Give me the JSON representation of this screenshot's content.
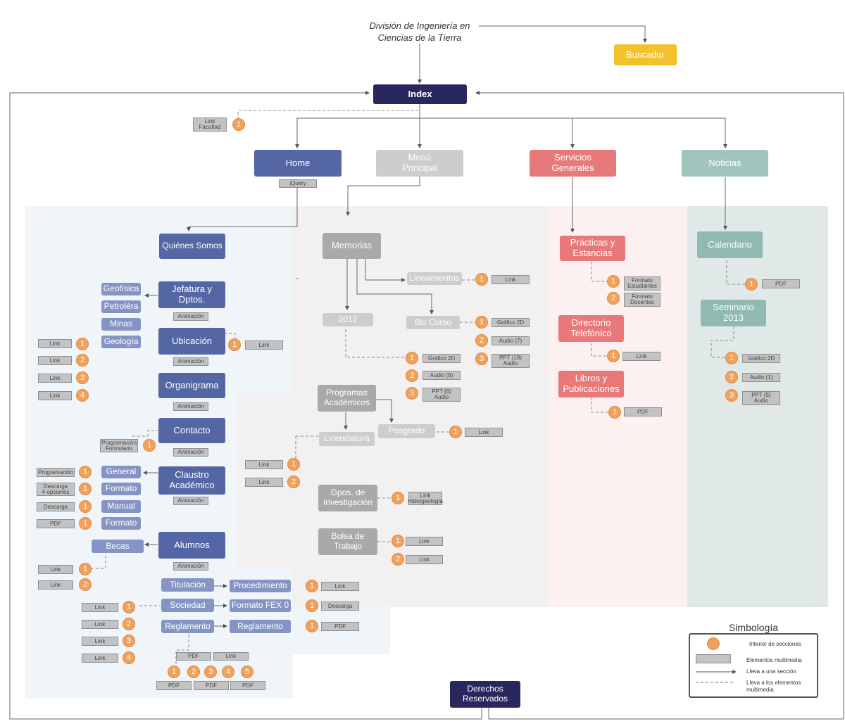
{
  "title": "División de Ingeniería en\nCiencias de la Tierra",
  "colors": {
    "navy": "#28285e",
    "blue": "#5467a4",
    "light_blue": "#8594c4",
    "gray": "#a9a9a9",
    "light_gray": "#cdcdcd",
    "red": "#e8797a",
    "teal": "#a1c5be",
    "yellow": "#f2c12c",
    "orange": "#f0a15c"
  },
  "top": {
    "buscador": "Buscador",
    "index": "Index",
    "link_facultad": "Link\nFacultad",
    "home": "Home",
    "jquery": "jQuery",
    "menu_principal": "Menú\nPrincipal",
    "servicios": "Servicios\nGenerales",
    "noticias": "Noticias",
    "derechos": "Derechos\nReservados"
  },
  "home_section": {
    "quienes": "Quiénes Somos",
    "jefatura": "Jefatura y\nDptos.",
    "geofisica": "Geofísica",
    "petrolera": "Petroléra",
    "minas": "Minas",
    "geologia": "Geología",
    "ubicacion": "Ubicación",
    "organigrama": "Organigrama",
    "contacto": "Contacto",
    "prog_form": "Programación\nFormulario",
    "claustro": "Claustro\nAcadémico",
    "general": "General",
    "formato": "Formato",
    "manual": "Manual",
    "formato2": "Formato",
    "programacion": "Programación",
    "descarga_4": "Descarga\n4 opciones",
    "descarga": "Descarga",
    "pdf": "PDF",
    "alumnos": "Alumnos",
    "becas": "Becas",
    "titulacion": "Titulación",
    "procedimiento": "Procedimiento",
    "sociedad": "Sociedad",
    "formato_fex": "Formato FEX 0",
    "reglamento": "Reglamento",
    "reglamento2": "Reglamento",
    "animacion": "Animación",
    "link": "Link"
  },
  "menu_section": {
    "memorias": "Memorias",
    "lineamientos": "Lineamientos",
    "y2012": "2012",
    "sexto": "6to Curso",
    "grafico": "Gráfico 2D",
    "audio6": "Audio (6)",
    "ppt6": "PPT (6)\nAudio",
    "audio7": "Audio (7)",
    "ppt18": "PPT (18)\nAudio",
    "programas": "Programas\nAcadémicos",
    "licenciatura": "Licenciatura",
    "posgrado": "Posgrado",
    "gpos": "Gpos. de\nInvestigación",
    "link_hidro": "Link\nHidrogeología",
    "bolsa": "Bolsa de\nTrabajo",
    "link": "Link"
  },
  "servicios_section": {
    "practicas": "Prácticas y\nEstancias",
    "formato_est": "Formato\nEstudiantes",
    "formato_doc": "Formato\nDocentes",
    "directorio": "Directorio\nTelefónico",
    "libros": "Libros y\nPublicaciones",
    "link": "Link",
    "pdf": "PDF"
  },
  "noticias_section": {
    "calendario": "Calendario",
    "pdf": "PDF",
    "seminario": "Seminario\n2013",
    "grafico": "Gráfico 2D",
    "audio1": "Audio (1)",
    "ppt5": "PPT (5)\nAudio"
  },
  "numbers": {
    "n1": "1",
    "n2": "2",
    "n3": "3",
    "n4": "4",
    "n5": "5"
  },
  "legend": {
    "title": "Simbología",
    "interior": "Interior de secciones",
    "multimedia": "Elementos multimedia",
    "seccion": "Lleva a una sección",
    "elementos": "Lleva a los elementos\nmultimedia"
  }
}
